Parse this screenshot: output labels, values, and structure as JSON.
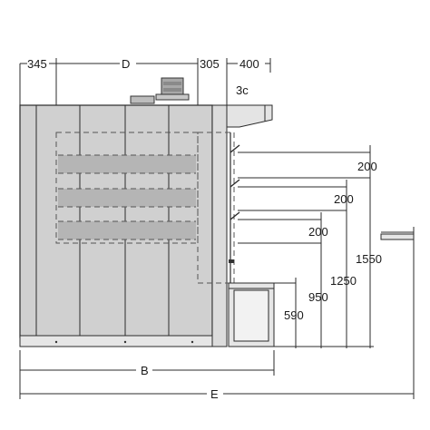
{
  "dimensions": {
    "top": {
      "left": "345",
      "depth": "D",
      "mid": "305",
      "right": "400",
      "canopy": "3c"
    },
    "spacing_1": "200",
    "spacing_2": "200",
    "spacing_3": "200",
    "height_1550": "1550",
    "height_1250": "1250",
    "height_950": "950",
    "height_590": "590",
    "bottom_b": "B",
    "bottom_e": "E"
  }
}
